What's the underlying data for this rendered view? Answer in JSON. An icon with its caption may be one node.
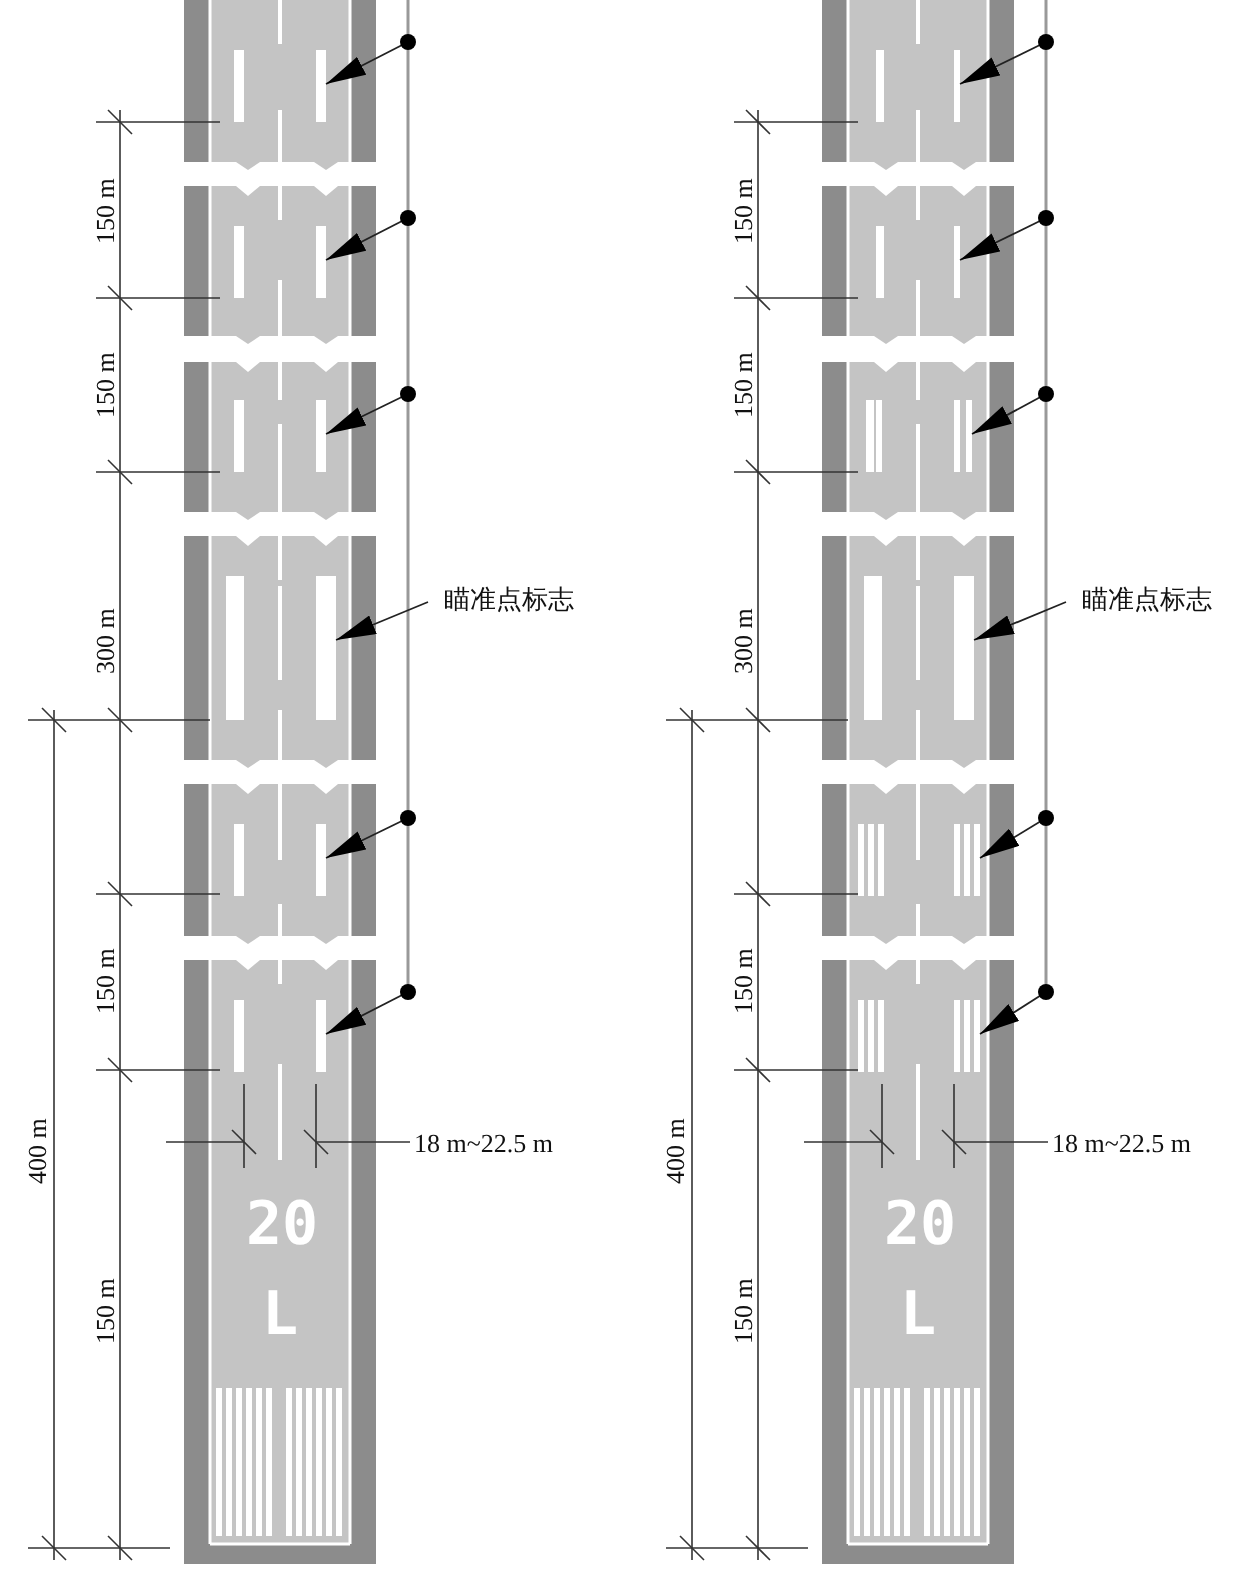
{
  "diagram": {
    "nodes": [
      {
        "text": [],
        "shape": "bar"
      },
      {
        "text": [],
        "shape": "bar"
      },
      {
        "text": [],
        "shape": "bar"
      },
      {
        "text": [],
        "shape": "bar"
      },
      {
        "text": [
          "瞄准点标志"
        ]
      },
      {
        "text": [],
        "shape": "bar"
      },
      {
        "text": [],
        "shape": "bar"
      },
      {
        "text": [],
        "shape": "bar"
      },
      {
        "text": [],
        "shape": "bar"
      },
      {
        "text": [],
        "shape": "bar"
      },
      {
        "text": [],
        "shape": "bar"
      },
      {
        "text": [
          "瞄准点标志"
        ]
      },
      {
        "text": [],
        "shape": "bar"
      },
      {
        "text": [],
        "shape": "bar"
      }
    ],
    "edges": [
      {
        "from": null,
        "to": 0,
        "arrow": "to"
      },
      {
        "from": null,
        "to": 1,
        "arrow": "to"
      },
      {
        "from": null,
        "to": 2,
        "arrow": "to"
      },
      {
        "from": 4,
        "to": 3,
        "arrow": "to"
      },
      {
        "from": null,
        "to": 5,
        "arrow": "to"
      },
      {
        "from": null,
        "to": 6,
        "arrow": "to"
      },
      {
        "from": null,
        "to": 7,
        "arrow": "to"
      },
      {
        "from": null,
        "to": 8,
        "arrow": "to"
      },
      {
        "from": null,
        "to": 9,
        "arrow": "to"
      },
      {
        "from": 11,
        "to": 10,
        "arrow": "to"
      },
      {
        "from": null,
        "to": 12,
        "arrow": "to"
      },
      {
        "from": null,
        "to": 13,
        "arrow": "to"
      }
    ],
    "labels": [
      "150 m",
      "150 m",
      "300 m",
      "150 m",
      "400 m",
      "150 m",
      "18 m~22.5 m",
      "20",
      "L",
      "150 m",
      "150 m",
      "300 m",
      "150 m",
      "400 m",
      "150 m",
      "18 m~22.5 m",
      "20",
      "L"
    ]
  }
}
